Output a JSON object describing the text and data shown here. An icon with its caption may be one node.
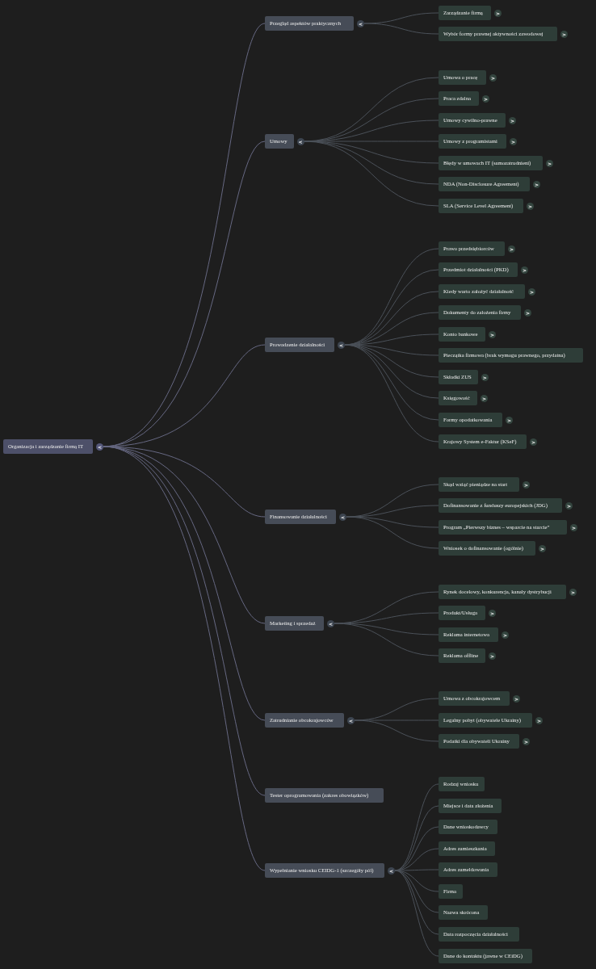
{
  "diagram": {
    "nodes": [
      {
        "text": [
          "Organizacja i zarządzanie firmą IT"
        ],
        "beside": [
          "<"
        ]
      },
      {
        "text": [
          "Przegląd aspektów praktycznych"
        ],
        "beside": [
          "<"
        ]
      },
      {
        "text": [
          "Zarządzanie firmą"
        ],
        "beside": [
          ">"
        ]
      },
      {
        "text": [
          "Wybór formy prawnej aktywności zawodowej"
        ],
        "beside": [
          ">"
        ]
      },
      {
        "text": [
          "Umowy"
        ],
        "beside": [
          "<"
        ]
      },
      {
        "text": [
          "Umowa o pracę"
        ],
        "beside": [
          ">"
        ]
      },
      {
        "text": [
          "Praca zdalna"
        ],
        "beside": [
          ">"
        ]
      },
      {
        "text": [
          "Umowy cywilno-prawne"
        ],
        "beside": [
          ">"
        ]
      },
      {
        "text": [
          "Umowy z programistami"
        ],
        "beside": [
          ">"
        ]
      },
      {
        "text": [
          "Błędy w umowach IT (samozatrudnieni)"
        ],
        "beside": [
          ">"
        ]
      },
      {
        "text": [
          "NDA (Non-Disclosure Agreement)"
        ],
        "beside": [
          ">"
        ]
      },
      {
        "text": [
          "SLA (Service Level Agreement)"
        ],
        "beside": [
          ">"
        ]
      },
      {
        "text": [
          "Prowadzenie działalności"
        ],
        "beside": [
          "<"
        ]
      },
      {
        "text": [
          "Prawo przedsiębiorców"
        ],
        "beside": [
          ">"
        ]
      },
      {
        "text": [
          "Przedmiot działalności (PKD)"
        ],
        "beside": [
          ">"
        ]
      },
      {
        "text": [
          "Kiedy warto założyć działalność"
        ],
        "beside": [
          ">"
        ]
      },
      {
        "text": [
          "Dokumenty do założenia firmy"
        ],
        "beside": [
          ">"
        ]
      },
      {
        "text": [
          "Konto bankowe"
        ],
        "beside": [
          ">"
        ]
      },
      {
        "text": [
          "Pieczątka firmowa (brak wymogu prawnego, przydatna)"
        ]
      },
      {
        "text": [
          "Składki ZUS"
        ],
        "beside": [
          ">"
        ]
      },
      {
        "text": [
          "Księgowość"
        ],
        "beside": [
          ">"
        ]
      },
      {
        "text": [
          "Formy opodatkowania"
        ],
        "beside": [
          ">"
        ]
      },
      {
        "text": [
          "Krajowy System e-Faktur (KSeF)"
        ],
        "beside": [
          ">"
        ]
      },
      {
        "text": [
          "Finansowanie działalności"
        ],
        "beside": [
          "<"
        ]
      },
      {
        "text": [
          "Skąd wziąć pieniądze na start"
        ],
        "beside": [
          ">"
        ]
      },
      {
        "text": [
          "Dofinansowanie z funduszy europejskich (JDG)"
        ],
        "beside": [
          ">"
        ]
      },
      {
        "text": [
          "Program „Pierwszy biznes – wsparcie na starcie”"
        ],
        "beside": [
          ">"
        ]
      },
      {
        "text": [
          "Wniosek o dofinansowanie (ogólnie)"
        ],
        "beside": [
          ">"
        ]
      },
      {
        "text": [
          "Marketing i sprzedaż"
        ],
        "beside": [
          "<"
        ]
      },
      {
        "text": [
          "Rynek docelowy, konkurencja, kanały dystrybucji"
        ],
        "beside": [
          ">"
        ]
      },
      {
        "text": [
          "Produkt/Usługa"
        ],
        "beside": [
          ">"
        ]
      },
      {
        "text": [
          "Reklama internetowa"
        ],
        "beside": [
          ">"
        ]
      },
      {
        "text": [
          "Reklama offline"
        ],
        "beside": [
          ">"
        ]
      },
      {
        "text": [
          "Zatrudnianie obcokrajowców"
        ],
        "beside": [
          "<"
        ]
      },
      {
        "text": [
          "Umowa z obcokrajowcem"
        ],
        "beside": [
          ">"
        ]
      },
      {
        "text": [
          "Legalny pobyt (obywatele Ukrainy)"
        ],
        "beside": [
          ">"
        ]
      },
      {
        "text": [
          "Podatki dla obywateli Ukrainy"
        ],
        "beside": [
          ">"
        ]
      },
      {
        "text": [
          "Tester oprogramowania (zakres obowiązków)"
        ]
      },
      {
        "text": [
          "Wypełnianie wniosku CEIDG-1 (szczegóły pól)"
        ],
        "beside": [
          "<"
        ]
      },
      {
        "text": [
          "Rodzaj wniosku"
        ]
      },
      {
        "text": [
          "Miejsce i data złożenia"
        ]
      },
      {
        "text": [
          "Dane wnioskodawcy"
        ]
      },
      {
        "text": [
          "Adres zamieszkania"
        ]
      },
      {
        "text": [
          "Adres zameldowania"
        ]
      },
      {
        "text": [
          "Firma"
        ]
      },
      {
        "text": [
          "Nazwa skrócona"
        ]
      },
      {
        "text": [
          "Data rozpoczęcia działalności"
        ]
      },
      {
        "text": [
          "Dane do kontaktu (jawne w CEiDG)"
        ]
      }
    ],
    "edges": [
      {
        "from": 0,
        "to": 1,
        "arrow": "none",
        "color": "#666882"
      },
      {
        "from": 0,
        "to": 4,
        "arrow": "none",
        "color": "#666882"
      },
      {
        "from": 0,
        "to": 12,
        "arrow": "none",
        "color": "#666882"
      },
      {
        "from": 0,
        "to": 23,
        "arrow": "none",
        "color": "#666882"
      },
      {
        "from": 0,
        "to": 28,
        "arrow": "none",
        "color": "#666882"
      },
      {
        "from": 0,
        "to": 33,
        "arrow": "none",
        "color": "#666882"
      },
      {
        "from": 0,
        "to": 37,
        "arrow": "none",
        "color": "#666882"
      },
      {
        "from": 0,
        "to": 38,
        "arrow": "none",
        "color": "#666882"
      },
      {
        "from": 1,
        "to": 2,
        "arrow": "none"
      },
      {
        "from": 1,
        "to": 3,
        "arrow": "none"
      },
      {
        "from": 4,
        "to": 5,
        "arrow": "none"
      },
      {
        "from": 4,
        "to": 6,
        "arrow": "none"
      },
      {
        "from": 4,
        "to": 7,
        "arrow": "none"
      },
      {
        "from": 4,
        "to": 8,
        "arrow": "none"
      },
      {
        "from": 4,
        "to": 9,
        "arrow": "none"
      },
      {
        "from": 4,
        "to": 10,
        "arrow": "none"
      },
      {
        "from": 4,
        "to": 11,
        "arrow": "none"
      },
      {
        "from": 12,
        "to": 13,
        "arrow": "none"
      },
      {
        "from": 12,
        "to": 14,
        "arrow": "none"
      },
      {
        "from": 12,
        "to": 15,
        "arrow": "none"
      },
      {
        "from": 12,
        "to": 16,
        "arrow": "none"
      },
      {
        "from": 12,
        "to": 17,
        "arrow": "none"
      },
      {
        "from": 12,
        "to": 18,
        "arrow": "none"
      },
      {
        "from": 12,
        "to": 19,
        "arrow": "none"
      },
      {
        "from": 12,
        "to": 20,
        "arrow": "none"
      },
      {
        "from": 12,
        "to": 21,
        "arrow": "none"
      },
      {
        "from": 12,
        "to": 22,
        "arrow": "none"
      },
      {
        "from": 23,
        "to": 24,
        "arrow": "none"
      },
      {
        "from": 23,
        "to": 25,
        "arrow": "none"
      },
      {
        "from": 23,
        "to": 26,
        "arrow": "none"
      },
      {
        "from": 23,
        "to": 27,
        "arrow": "none"
      },
      {
        "from": 28,
        "to": 29,
        "arrow": "none"
      },
      {
        "from": 28,
        "to": 30,
        "arrow": "none"
      },
      {
        "from": 28,
        "to": 31,
        "arrow": "none"
      },
      {
        "from": 28,
        "to": 32,
        "arrow": "none"
      },
      {
        "from": 33,
        "to": 34,
        "arrow": "none"
      },
      {
        "from": 33,
        "to": 35,
        "arrow": "none"
      },
      {
        "from": 33,
        "to": 36,
        "arrow": "none"
      },
      {
        "from": 38,
        "to": 39,
        "arrow": "none"
      },
      {
        "from": 38,
        "to": 40,
        "arrow": "none"
      },
      {
        "from": 38,
        "to": 41,
        "arrow": "none"
      },
      {
        "from": 38,
        "to": 42,
        "arrow": "none"
      },
      {
        "from": 38,
        "to": 43,
        "arrow": "none"
      },
      {
        "from": 38,
        "to": 44,
        "arrow": "none"
      },
      {
        "from": 38,
        "to": 45,
        "arrow": "none"
      },
      {
        "from": 38,
        "to": 46,
        "arrow": "none"
      },
      {
        "from": 38,
        "to": 47,
        "arrow": "none"
      }
    ]
  }
}
